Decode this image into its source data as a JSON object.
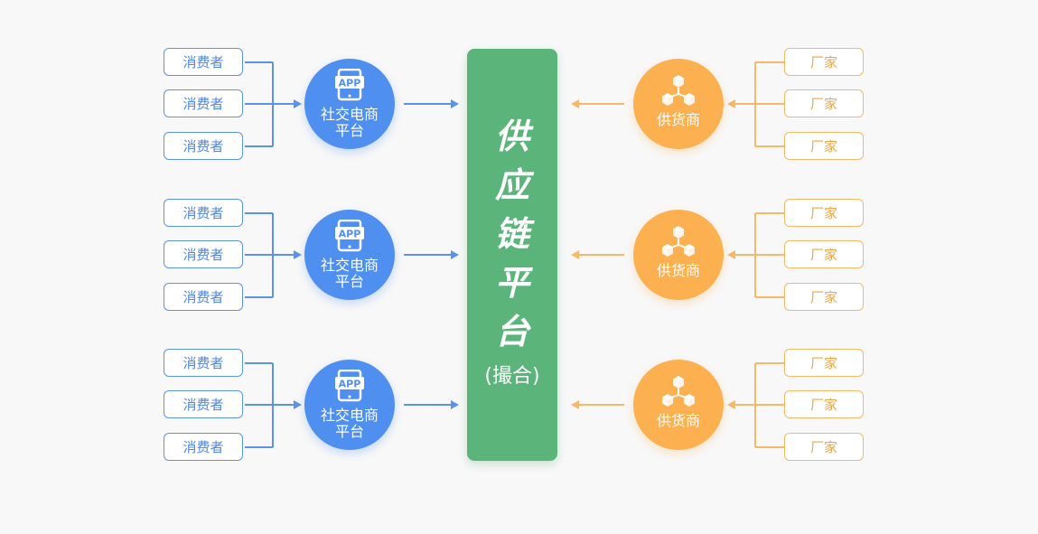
{
  "center": {
    "title_chars": [
      "供",
      "应",
      "链",
      "平",
      "台"
    ],
    "subtitle": "(撮合)",
    "color": "#5bb47a"
  },
  "groups": [
    {
      "consumers": [
        "消费者",
        "消费者",
        "消费者"
      ],
      "platform": {
        "line1": "社交电商",
        "line2": "平台",
        "icon_text": "APP",
        "icon": "phone-app-icon"
      },
      "supplier": {
        "label": "供货商",
        "icon": "cubes-icon"
      },
      "factories": [
        "厂家",
        "厂家",
        "厂家"
      ]
    },
    {
      "consumers": [
        "消费者",
        "消费者",
        "消费者"
      ],
      "platform": {
        "line1": "社交电商",
        "line2": "平台",
        "icon_text": "APP",
        "icon": "phone-app-icon"
      },
      "supplier": {
        "label": "供货商",
        "icon": "cubes-icon"
      },
      "factories": [
        "厂家",
        "厂家",
        "厂家"
      ]
    },
    {
      "consumers": [
        "消费者",
        "消费者",
        "消费者"
      ],
      "platform": {
        "line1": "社交电商",
        "line2": "平台",
        "icon_text": "APP",
        "icon": "phone-app-icon"
      },
      "supplier": {
        "label": "供货商",
        "icon": "cubes-icon"
      },
      "factories": [
        "厂家",
        "厂家",
        "厂家"
      ]
    }
  ],
  "colors": {
    "consumer_blue": "#4f8fef",
    "supplier_orange": "#fdb04f",
    "connector_blue": "#5b93ea",
    "connector_orange": "#f6b869"
  }
}
